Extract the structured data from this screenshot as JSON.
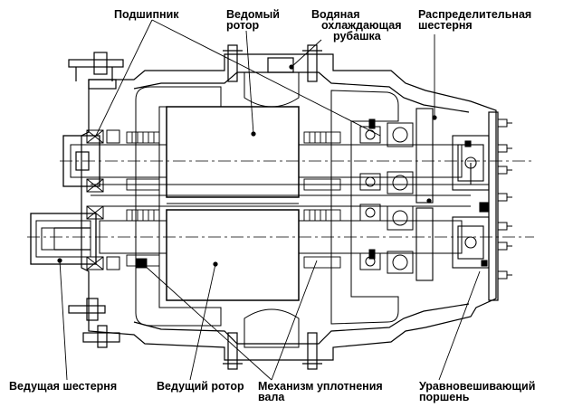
{
  "labels": {
    "bearing": "Подшипник",
    "driven_rotor_l1": "Ведомый",
    "driven_rotor_l2": "ротор",
    "jacket_l1": "Водяная",
    "jacket_l2": "охлаждающая",
    "jacket_l3": "рубашка",
    "timing_gear_l1": "Распределительная",
    "timing_gear_l2": "шестерня",
    "drive_gear": "Ведущая шестерня",
    "drive_rotor": "Ведущий ротор",
    "seal_l1": "Механизм уплотнения",
    "seal_l2": "вала",
    "balance_l1": "Уравновешивающий",
    "balance_l2": "поршень"
  },
  "colors": {
    "ink": "#000000",
    "paper": "#ffffff"
  }
}
